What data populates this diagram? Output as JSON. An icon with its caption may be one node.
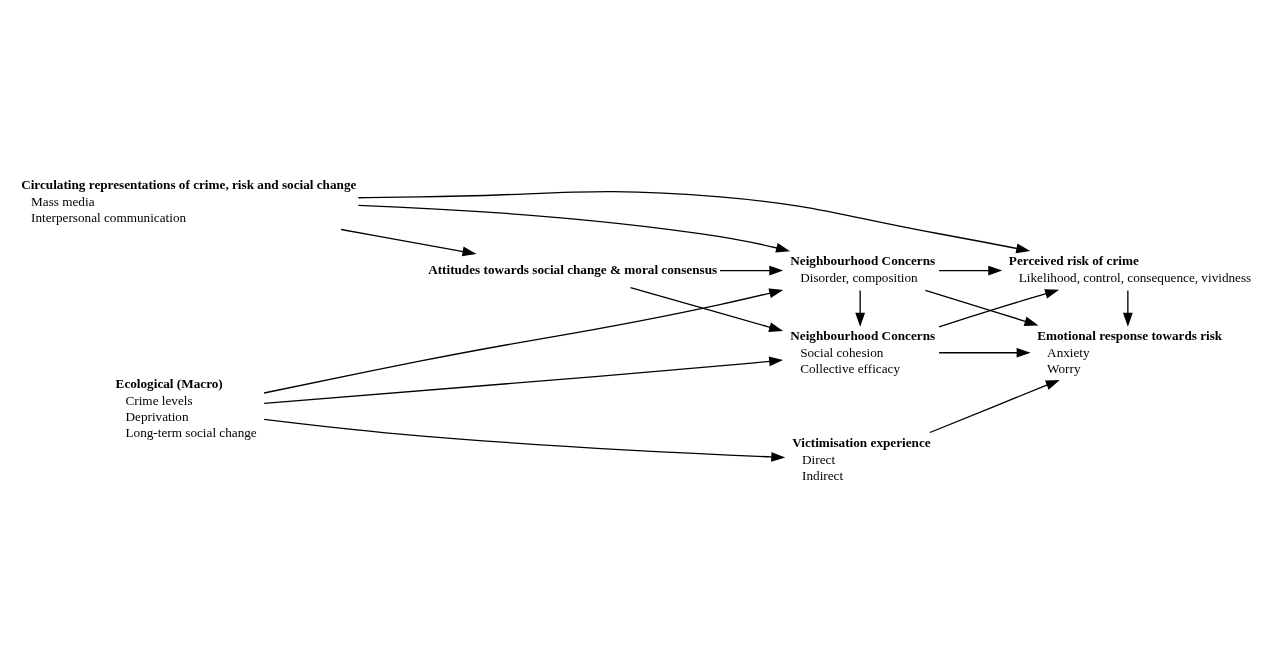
{
  "diagram": {
    "nodes": [
      {
        "text": [
          "Circulating representations of crime, risk and social change",
          "Mass media",
          "Interpersonal communication"
        ]
      },
      {
        "text": [
          "Ecological (Macro)",
          "Crime levels",
          "Deprivation",
          "Long-term social change"
        ]
      },
      {
        "text": [
          "Attitudes towards social change & moral consensus"
        ]
      },
      {
        "text": [
          "Neighbourhood Concerns",
          "Disorder, composition"
        ]
      },
      {
        "text": [
          "Perceived risk of crime",
          "Likelihood, control, consequence, vividness"
        ]
      },
      {
        "text": [
          "Neighbourhood Concerns",
          "Social cohesion",
          "Collective efficacy"
        ]
      },
      {
        "text": [
          "Emotional response towards risk",
          "Anxiety",
          "Worry"
        ]
      },
      {
        "text": [
          "Victimisation experience",
          "Direct",
          "Indirect"
        ]
      }
    ],
    "edges": [
      {
        "from": 0,
        "to": 2,
        "arrow": "to"
      },
      {
        "from": 0,
        "to": 3,
        "arrow": "to"
      },
      {
        "from": 0,
        "to": 4,
        "arrow": "to"
      },
      {
        "from": 1,
        "to": 3,
        "arrow": "to"
      },
      {
        "from": 2,
        "to": 3,
        "arrow": "to"
      },
      {
        "from": 3,
        "to": 4,
        "arrow": "to"
      },
      {
        "from": 3,
        "to": 5,
        "arrow": "to"
      },
      {
        "from": 3,
        "to": 6,
        "arrow": "to"
      },
      {
        "from": 5,
        "to": 4,
        "arrow": "to"
      },
      {
        "from": 4,
        "to": 6,
        "arrow": "to"
      },
      {
        "from": 2,
        "to": 5,
        "arrow": "to"
      },
      {
        "from": 1,
        "to": 5,
        "arrow": "to"
      },
      {
        "from": 5,
        "to": 6,
        "arrow": "to"
      },
      {
        "from": 7,
        "to": 6,
        "arrow": "to"
      },
      {
        "from": 1,
        "to": 7,
        "arrow": "to"
      }
    ]
  }
}
